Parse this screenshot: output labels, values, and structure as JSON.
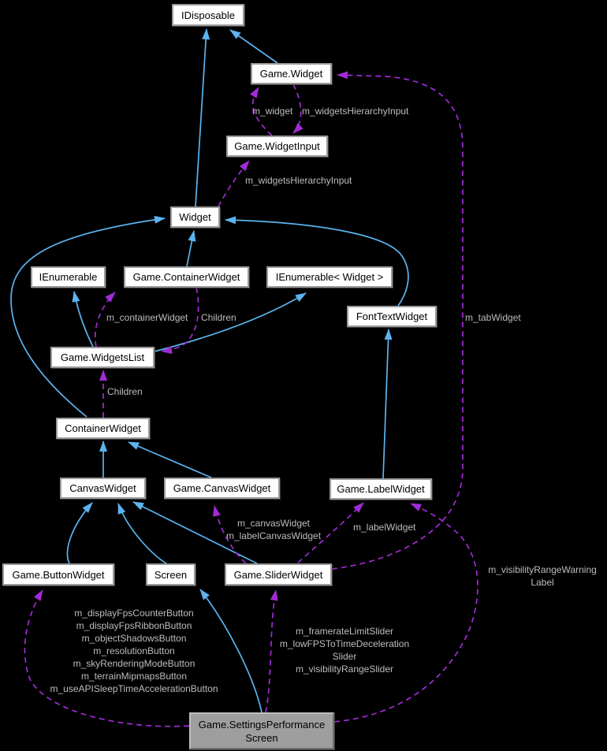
{
  "diagram": {
    "type": "collaboration-graph",
    "background": "#000000",
    "colors": {
      "inheritance_edge": "#5cb3f0",
      "usage_edge": "#a12bd6",
      "node_background": "#ffffff",
      "node_border": "#9a9a9a",
      "focus_node_background": "#9e9e9e",
      "edge_label_text": "#bdbdbd",
      "node_text": "#000000"
    },
    "nodes": {
      "idisposable": {
        "label": "IDisposable"
      },
      "game_widget": {
        "label": "Game.Widget"
      },
      "game_widgetinput": {
        "label": "Game.WidgetInput"
      },
      "widget": {
        "label": "Widget"
      },
      "ienumerable": {
        "label": "IEnumerable"
      },
      "game_containerwidget": {
        "label": "Game.ContainerWidget"
      },
      "ienumerable_widget": {
        "label": "IEnumerable< Widget >"
      },
      "fonttextwidget": {
        "label": "FontTextWidget"
      },
      "game_widgetslist": {
        "label": "Game.WidgetsList"
      },
      "containerwidget": {
        "label": "ContainerWidget"
      },
      "canvaswidget": {
        "label": "CanvasWidget"
      },
      "game_canvaswidget": {
        "label": "Game.CanvasWidget"
      },
      "game_labelwidget": {
        "label": "Game.LabelWidget"
      },
      "game_buttonwidget": {
        "label": "Game.ButtonWidget"
      },
      "screen": {
        "label": "Screen"
      },
      "game_sliderwidget": {
        "label": "Game.SliderWidget"
      },
      "game_settingsperformancescreen": {
        "label_lines": [
          "Game.SettingsPerformance",
          "Screen"
        ]
      }
    },
    "edges": [
      {
        "from": "Game.Widget",
        "to": "IDisposable",
        "type": "inheritance",
        "label": ""
      },
      {
        "from": "Widget",
        "to": "IDisposable",
        "type": "inheritance",
        "label": ""
      },
      {
        "from": "Game.ContainerWidget",
        "to": "Widget",
        "type": "inheritance",
        "label": ""
      },
      {
        "from": "ContainerWidget",
        "to": "Widget",
        "type": "inheritance",
        "label": ""
      },
      {
        "from": "FontTextWidget",
        "to": "Widget",
        "type": "inheritance",
        "label": ""
      },
      {
        "from": "Game.WidgetsList",
        "to": "IEnumerable",
        "type": "inheritance",
        "label": ""
      },
      {
        "from": "Game.WidgetsList",
        "to": "IEnumerable< Widget >",
        "type": "inheritance",
        "label": ""
      },
      {
        "from": "Game.LabelWidget",
        "to": "FontTextWidget",
        "type": "inheritance",
        "label": ""
      },
      {
        "from": "CanvasWidget",
        "to": "ContainerWidget",
        "type": "inheritance",
        "label": ""
      },
      {
        "from": "Game.CanvasWidget",
        "to": "ContainerWidget",
        "type": "inheritance",
        "label": ""
      },
      {
        "from": "Game.ButtonWidget",
        "to": "CanvasWidget",
        "type": "inheritance",
        "label": ""
      },
      {
        "from": "Screen",
        "to": "CanvasWidget",
        "type": "inheritance",
        "label": ""
      },
      {
        "from": "Game.SliderWidget",
        "to": "CanvasWidget",
        "type": "inheritance",
        "label": ""
      },
      {
        "from": "Game.SettingsPerformanceScreen",
        "to": "Screen",
        "type": "inheritance",
        "label": ""
      },
      {
        "from": "Game.WidgetInput",
        "to": "Game.Widget",
        "type": "usage",
        "label": "m_widget"
      },
      {
        "from": "Game.Widget",
        "to": "Game.WidgetInput",
        "type": "usage",
        "label": "m_widgetsHierarchyInput"
      },
      {
        "from": "Widget",
        "to": "Game.WidgetInput",
        "type": "usage",
        "label": "m_widgetsHierarchyInput"
      },
      {
        "from": "Game.WidgetsList",
        "to": "Game.ContainerWidget",
        "type": "usage",
        "label": "m_containerWidget"
      },
      {
        "from": "Game.ContainerWidget",
        "to": "Game.WidgetsList",
        "type": "usage",
        "label": "Children"
      },
      {
        "from": "ContainerWidget",
        "to": "Game.WidgetsList",
        "type": "usage",
        "label": "Children"
      },
      {
        "from": "Game.SliderWidget",
        "to": "Game.Widget",
        "type": "usage",
        "label": "m_tabWidget"
      },
      {
        "from": "Game.SliderWidget",
        "to": "Game.CanvasWidget",
        "type": "usage",
        "label_lines": [
          "m_canvasWidget",
          "m_labelCanvasWidget"
        ]
      },
      {
        "from": "Game.SliderWidget",
        "to": "Game.LabelWidget",
        "type": "usage",
        "label": "m_labelWidget"
      },
      {
        "from": "Game.SettingsPerformanceScreen",
        "to": "Game.LabelWidget",
        "type": "usage",
        "label_lines": [
          "m_visibilityRangeWarning",
          "Label"
        ]
      },
      {
        "from": "Game.SettingsPerformanceScreen",
        "to": "Game.SliderWidget",
        "type": "usage",
        "label_lines": [
          "m_framerateLimitSlider",
          "m_lowFPSToTimeDeceleration",
          "Slider",
          "m_visibilityRangeSlider"
        ]
      },
      {
        "from": "Game.SettingsPerformanceScreen",
        "to": "Game.ButtonWidget",
        "type": "usage",
        "label_lines": [
          "m_displayFpsCounterButton",
          "m_displayFpsRibbonButton",
          "m_objectShadowsButton",
          "m_resolutionButton",
          "m_skyRenderingModeButton",
          "m_terrainMipmapsButton",
          "m_useAPISleepTimeAccelerationButton"
        ]
      }
    ]
  }
}
